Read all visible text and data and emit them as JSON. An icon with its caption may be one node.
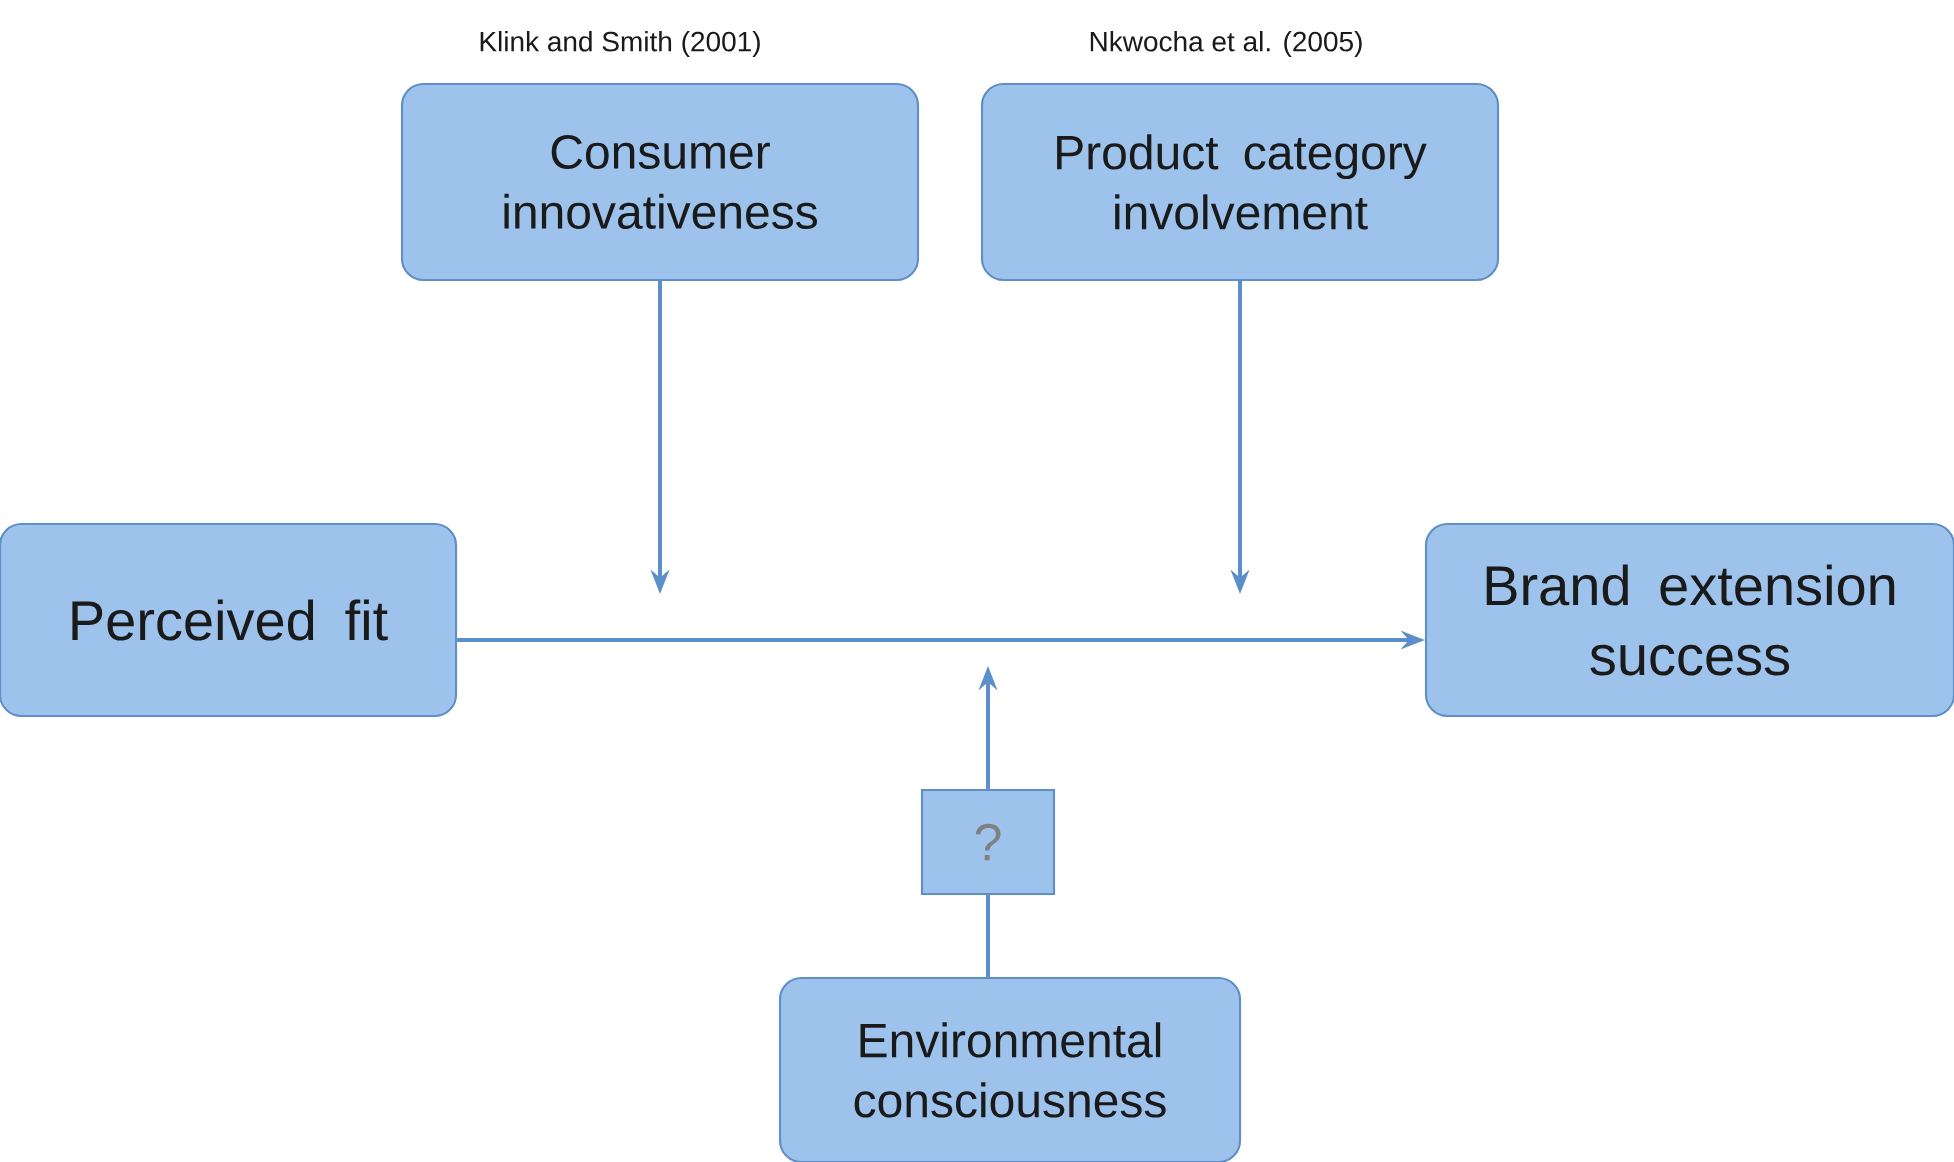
{
  "diagram": {
    "nodes": [
      {
        "text": [
          "Consumer innovativeness"
        ],
        "beside": [
          "Klink and Smith (2001)"
        ]
      },
      {
        "text": [
          "Product category involvement"
        ],
        "beside": [
          "Nkwocha et al. (2005)"
        ]
      },
      {
        "text": [
          "Perceived fit"
        ]
      },
      {
        "text": [
          "Brand extension success"
        ]
      },
      {
        "text": [
          "?"
        ]
      },
      {
        "text": [
          "Environmental consciousness"
        ]
      }
    ],
    "edges": [
      {
        "from": 2,
        "to": 3,
        "arrow": "to"
      },
      {
        "from": 0,
        "to": null,
        "arrow": "to"
      },
      {
        "from": 1,
        "to": null,
        "arrow": "to"
      },
      {
        "from": 5,
        "to": 4,
        "arrow": "none"
      },
      {
        "from": 4,
        "to": null,
        "arrow": "to"
      }
    ]
  }
}
